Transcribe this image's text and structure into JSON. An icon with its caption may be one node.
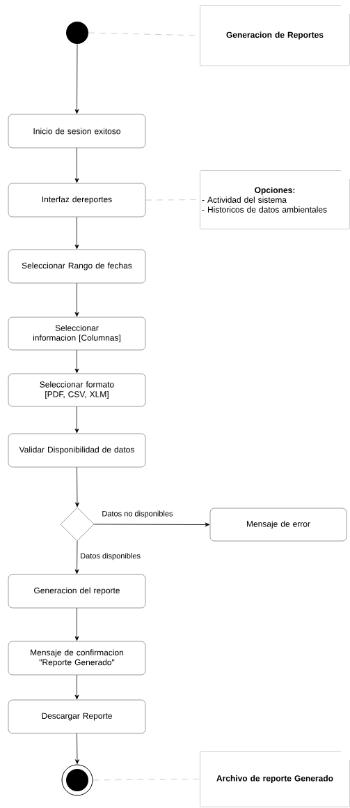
{
  "diagram": {
    "nodes": [
      {
        "text": [],
        "shape": "circle"
      },
      {
        "text": [
          "Generacion de Reportes"
        ]
      },
      {
        "text": [
          "Inicio de sesion exitoso"
        ]
      },
      {
        "text": [
          "Interfaz dereportes"
        ]
      },
      {
        "text": [
          "Opciones:",
          "- Actividad del sistema",
          "- Historicos de datos ambientales"
        ]
      },
      {
        "text": [
          "Seleccionar Rango de fechas"
        ]
      },
      {
        "text": [
          "Seleccionar informacion [Columnas]"
        ]
      },
      {
        "text": [
          "Seleccionar formato [PDF, CSV, XLM]"
        ]
      },
      {
        "text": [
          "Validar Disponibilidad de datos"
        ]
      },
      {
        "text": [],
        "shape": "diamond"
      },
      {
        "text": [
          "Mensaje de error"
        ]
      },
      {
        "text": [
          "Generacion del reporte"
        ]
      },
      {
        "text": [
          "Mensaje de confirmacion \"Reporte Generado\""
        ]
      },
      {
        "text": [
          "Descargar Reporte"
        ]
      },
      {
        "text": [],
        "shape": "circle"
      },
      {
        "text": [
          "Archivo de reporte Generado"
        ]
      }
    ],
    "edges": [
      {
        "from": 0,
        "to": 1,
        "arrow": "none",
        "style": "dashed",
        "color": "#808080"
      },
      {
        "from": 0,
        "to": 2,
        "arrow": "to"
      },
      {
        "from": 2,
        "to": 3,
        "arrow": "to"
      },
      {
        "from": 3,
        "to": 4,
        "arrow": "none",
        "style": "dashed",
        "color": "#808080"
      },
      {
        "from": 3,
        "to": 5,
        "arrow": "to"
      },
      {
        "from": 5,
        "to": 6,
        "arrow": "to"
      },
      {
        "from": 6,
        "to": 7,
        "arrow": "to"
      },
      {
        "from": 7,
        "to": 8,
        "arrow": "to"
      },
      {
        "from": 8,
        "to": 9,
        "arrow": "to"
      },
      {
        "from": 9,
        "to": 10,
        "arrow": "to",
        "label": "Datos no disponibles"
      },
      {
        "from": 9,
        "to": 11,
        "arrow": "to",
        "label": "Datos disponibles"
      },
      {
        "from": 11,
        "to": 12,
        "arrow": "to"
      },
      {
        "from": 12,
        "to": 13,
        "arrow": "to"
      },
      {
        "from": 13,
        "to": 14,
        "arrow": "to"
      },
      {
        "from": 14,
        "to": 15,
        "arrow": "none",
        "style": "dashed",
        "color": "#808080"
      }
    ]
  }
}
